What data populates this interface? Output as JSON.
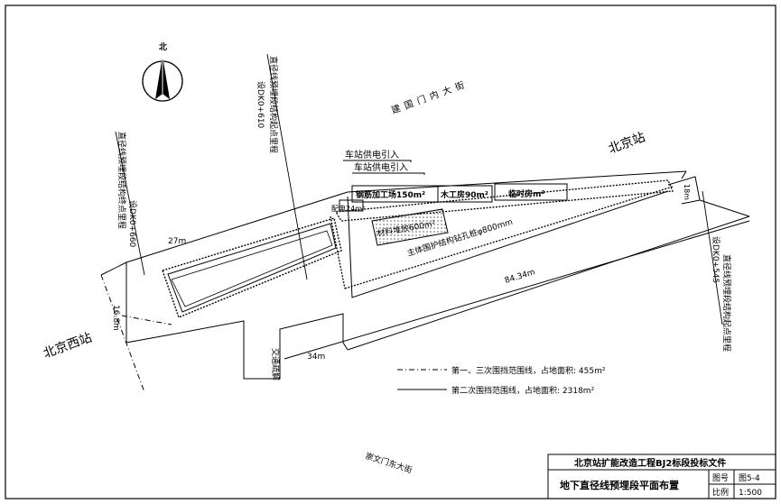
{
  "drawing": {
    "north_label": "北",
    "station_west": "北京西站",
    "station_main": "北京站",
    "street_north": "建国门内大街",
    "street_south": "崇文门东大街",
    "power_in_1": "车站供电引入",
    "power_in_2": "车站供电引入",
    "rebar_shop": "钢筋加工场150m²",
    "wood_shop": "木工房90m²",
    "temp_room": "临时房m²",
    "pump_room": "配电24m²",
    "material_yard": "材料堆放600m²",
    "pile_note": "主体围护结构钻孔桩φ800mm",
    "mileage_start": "设DK0+610",
    "mileage_start_desc": "直径线预埋段结构起点里程",
    "mileage_left": "设DK0+660",
    "mileage_left_desc": "直径线预埋段结构终点里程",
    "mileage_right": "设DK0+545",
    "mileage_right_desc": "直径线预埋段结构起点里程",
    "dim_27m": "27m",
    "dim_16_8m": "16.8m",
    "dim_84_34m": "84.34m",
    "dim_34m": "34m",
    "dim_18m": "18m",
    "east_road": "交通疏解",
    "legend_dashed": "第一、三次围挡范围线，占地面积: 455m²",
    "legend_solid": "第二次围挡范围线，占地面积: 2318m²"
  },
  "title_block": {
    "project": "北京站扩能改造工程BJ2标段投标文件",
    "drawing_name": "地下直径线预埋段平面布置",
    "fig_no_label": "图号",
    "fig_no_value": "图5-4",
    "scale_label": "比例",
    "scale_value": "1:500"
  }
}
